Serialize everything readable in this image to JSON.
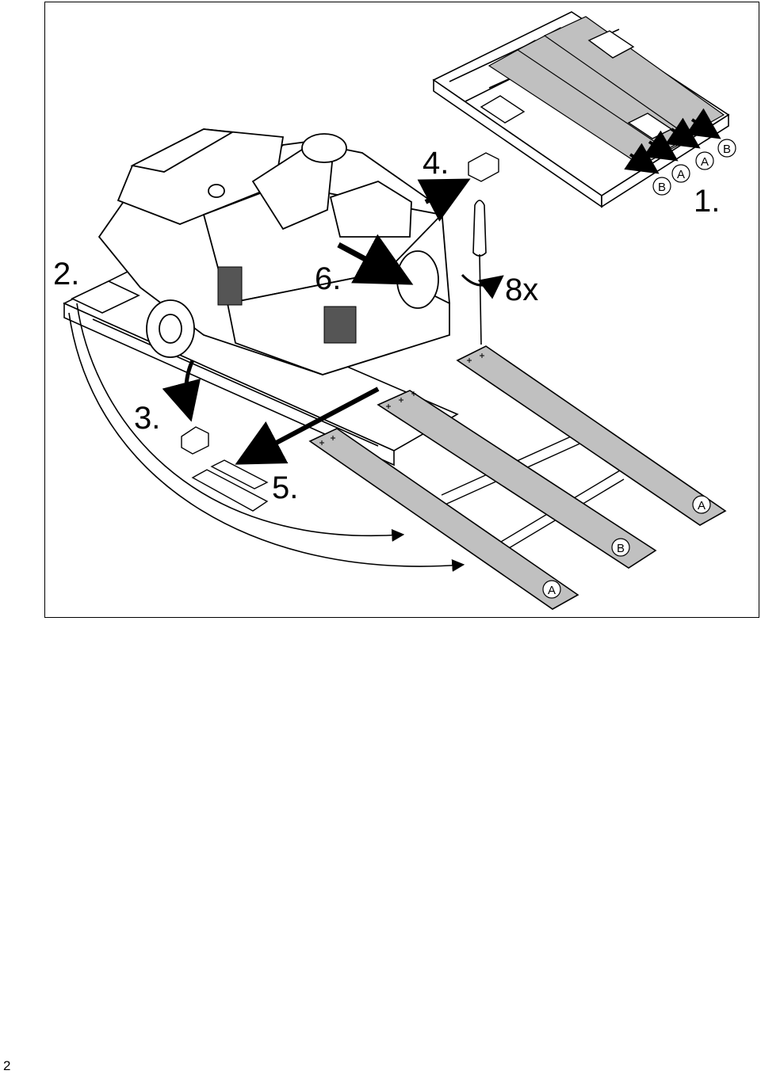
{
  "figure": {
    "steps": {
      "s1": "1.",
      "s2": "2.",
      "s3": "3.",
      "s4": "4.",
      "s5": "5.",
      "s6": "6."
    },
    "screw_count": "8x",
    "pallet_labels": [
      "B",
      "A",
      "A",
      "B"
    ],
    "ramp_labels": [
      "A",
      "B",
      "A"
    ]
  },
  "page": {
    "number": "2"
  },
  "colors": {
    "board_fill": "#c0c0c0",
    "line": "#000000",
    "background": "#ffffff"
  }
}
